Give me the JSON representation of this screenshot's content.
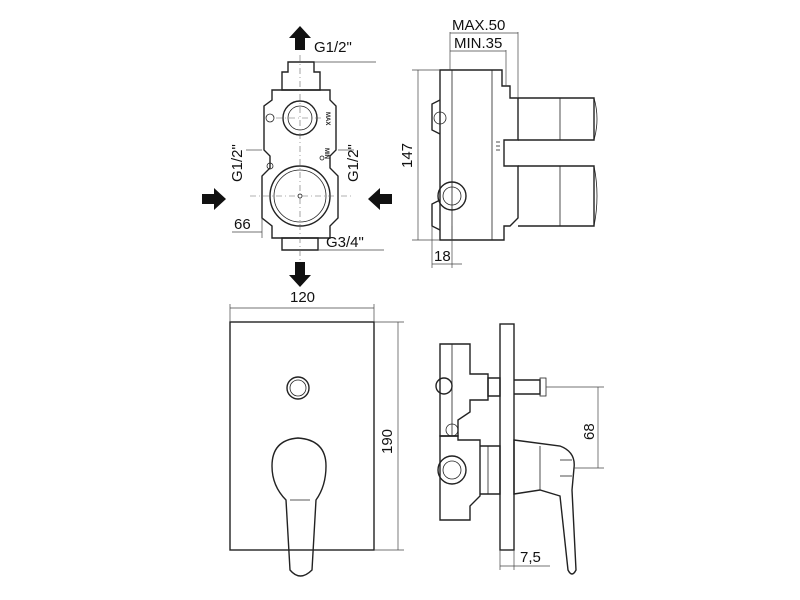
{
  "labels": {
    "top_inlet": "G1/2\"",
    "left_inlet": "G1/2\"",
    "right_inlet": "G1/2\"",
    "bottom_outlet": "G3/4\"",
    "center_offset": "66",
    "max_depth": "MAX.50",
    "min_depth": "MIN.35",
    "body_height": "147",
    "front_offset": "18",
    "plate_width": "120",
    "plate_height": "190",
    "handle_offset": "68",
    "plate_thickness": "7,5",
    "max_mark": "MAX",
    "min_mark": "MIN"
  },
  "colors": {
    "line": "#222222",
    "arrow": "#111111",
    "background": "#ffffff"
  },
  "icons": [
    "arrow-up-icon",
    "arrow-down-icon",
    "arrow-right-icon",
    "arrow-left-icon"
  ]
}
